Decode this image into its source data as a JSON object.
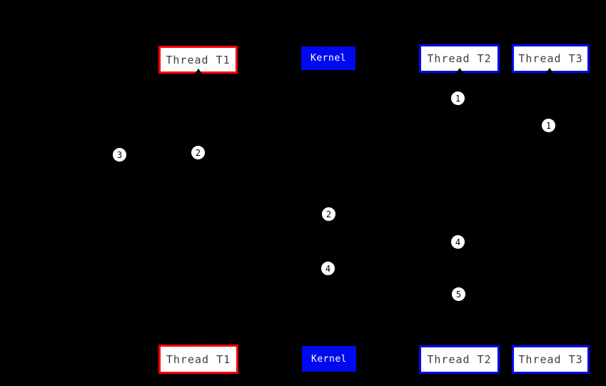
{
  "diagram": {
    "kind": "thread-kernel-sequence-diagram",
    "background_color": "#000000",
    "colors": {
      "thread_t1_accent": "#ff0000",
      "thread_t2_accent": "#0009ee",
      "thread_t3_accent": "#0009ee",
      "kernel_fill": "#0009ee",
      "kernel_text": "#ffffff",
      "box_fill": "#ffffff",
      "box_text": "#3d3d3d",
      "badge_fill": "#ffffff",
      "badge_text": "#000000"
    },
    "lanes": [
      {
        "id": "thread-t1",
        "label": "Thread T1"
      },
      {
        "id": "kernel",
        "label": "Kernel"
      },
      {
        "id": "thread-t2",
        "label": "Thread T2"
      },
      {
        "id": "thread-t3",
        "label": "Thread T3"
      }
    ],
    "step_badges": [
      "1",
      "1",
      "2",
      "3",
      "2",
      "4",
      "4",
      "5"
    ]
  }
}
